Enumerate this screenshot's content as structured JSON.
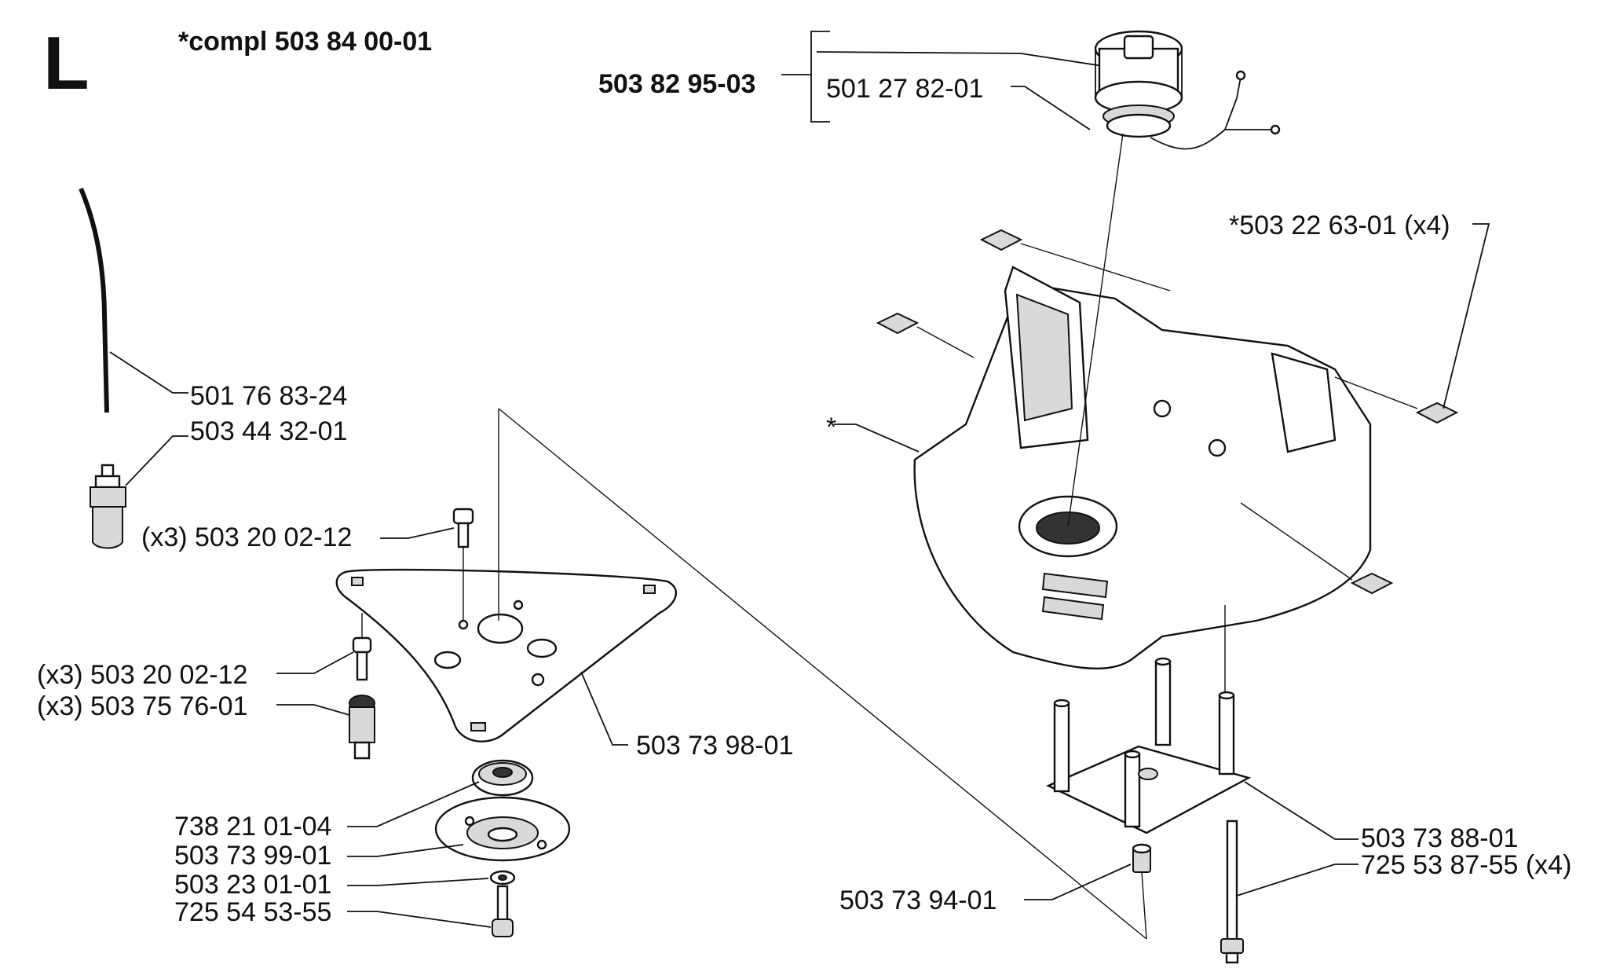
{
  "section_letter": "L",
  "assembly_note": "*compl 503 84 00-01",
  "labels": {
    "fuel_cap_kit": "503 82 95-03",
    "fuel_cap": "501 27 82-01",
    "clip_nut": "*503 22 63-01 (x4)",
    "fuel_hose": "501 76 83-24",
    "fuel_filter": "503 44 32-01",
    "screw_top": "(x3) 503 20 02-12",
    "tank_marker": "*",
    "screw_left": "(x3) 503 20 02-12",
    "damper": "(x3) 503 75 76-01",
    "plate": "503 73 98-01",
    "bearing": "738 21 01-04",
    "flange": "503 73 99-01",
    "washer": "503 23 01-01",
    "screw_bottom": "725 54 53-55",
    "post_frame": "503 73 88-01",
    "bolt": "725 53 87-55 (x4)",
    "spacer": "503 73 94-01"
  }
}
